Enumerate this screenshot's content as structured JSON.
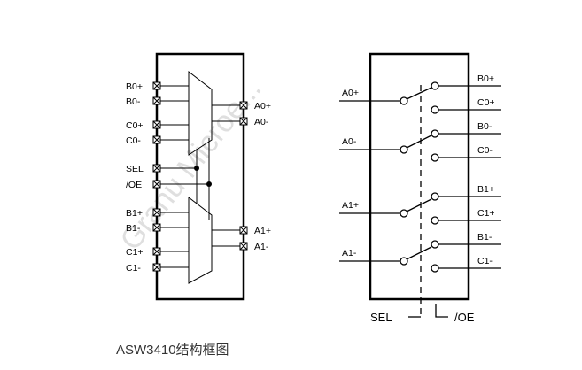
{
  "watermark": "Granu Microe...",
  "left_block": {
    "left_pins": [
      "B0+",
      "B0-",
      "C0+",
      "C0-",
      "SEL",
      "/OE",
      "B1+",
      "B1-",
      "C1+",
      "C1-"
    ],
    "right_pins": [
      "A0+",
      "A0-",
      "A1+",
      "A1-"
    ]
  },
  "right_block": {
    "inputs": [
      "A0+",
      "A0-",
      "A1+",
      "A1-"
    ],
    "outputs": [
      "B0+",
      "C0+",
      "B0-",
      "C0-",
      "B1+",
      "C1+",
      "B1-",
      "C1-"
    ],
    "bottom": [
      "SEL",
      "/OE"
    ]
  },
  "caption": "ASW3410结构框图"
}
